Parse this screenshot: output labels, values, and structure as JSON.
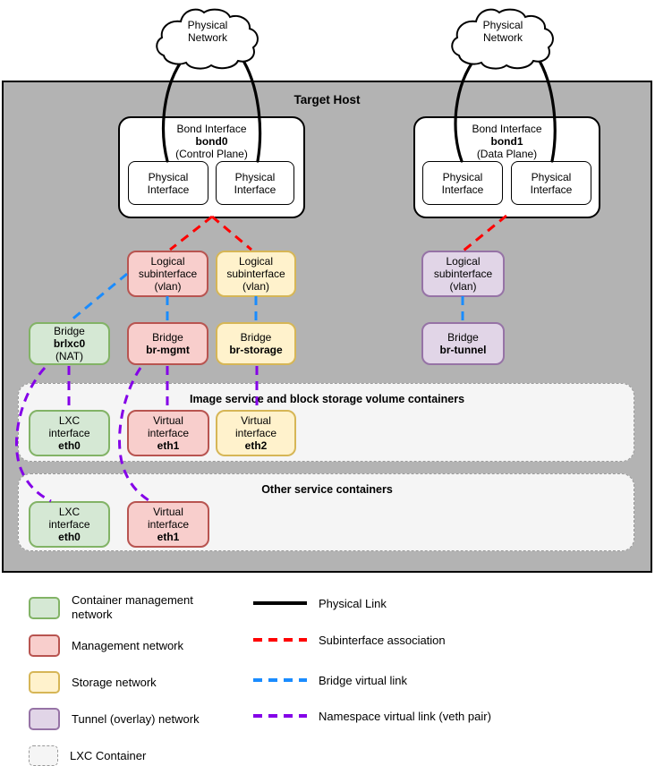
{
  "host_label": "Target Host",
  "clouds": [
    {
      "l1": "Physical",
      "l2": "Network"
    },
    {
      "l1": "Physical",
      "l2": "Network"
    }
  ],
  "bonds": [
    {
      "l1": "Bond Interface",
      "name": "bond0",
      "l3": "(Control Plane)"
    },
    {
      "l1": "Bond Interface",
      "name": "bond1",
      "l3": "(Data Plane)"
    }
  ],
  "phys_if": {
    "l1": "Physical",
    "l2": "Interface"
  },
  "subif": {
    "l1": "Logical",
    "l2": "subinterface",
    "l3": "(vlan)"
  },
  "bridges": [
    {
      "l1": "Bridge",
      "name": "brlxc0",
      "l3": "(NAT)"
    },
    {
      "l1": "Bridge",
      "name": "br-mgmt",
      "l3": ""
    },
    {
      "l1": "Bridge",
      "name": "br-storage",
      "l3": ""
    },
    {
      "l1": "Bridge",
      "name": "br-tunnel",
      "l3": ""
    }
  ],
  "containers": [
    {
      "title": "Image service and block storage volume containers",
      "ifaces": [
        {
          "l1": "LXC",
          "l2": "interface",
          "name": "eth0"
        },
        {
          "l1": "Virtual",
          "l2": "interface",
          "name": "eth1"
        },
        {
          "l1": "Virtual",
          "l2": "interface",
          "name": "eth2"
        }
      ]
    },
    {
      "title": "Other service containers",
      "ifaces": [
        {
          "l1": "LXC",
          "l2": "interface",
          "name": "eth0"
        },
        {
          "l1": "Virtual",
          "l2": "interface",
          "name": "eth1"
        }
      ]
    }
  ],
  "legend_boxes": [
    {
      "label": "Container management network",
      "fill": "#d5e8d4",
      "border": "#82b366"
    },
    {
      "label": "Management network",
      "fill": "#f8cecc",
      "border": "#b85450"
    },
    {
      "label": "Storage network",
      "fill": "#fff2cc",
      "border": "#d6b656"
    },
    {
      "label": "Tunnel (overlay) network",
      "fill": "#e1d5e7",
      "border": "#9673a6"
    },
    {
      "label": "LXC Container",
      "fill": "#f5f5f5",
      "border": "#999999"
    }
  ],
  "legend_lines": [
    {
      "label": "Physical Link",
      "style": "solid",
      "color": "#000000"
    },
    {
      "label": "Subinterface association",
      "style": "dashed",
      "color": "#ff0000"
    },
    {
      "label": "Bridge virtual link",
      "style": "dashed",
      "color": "#1a8cff"
    },
    {
      "label": "Namespace virtual link (veth pair)",
      "style": "dashed",
      "color": "#8400e8"
    }
  ],
  "colors": {
    "host_bg": "#b3b3b3",
    "container_bg": "#f5f5f5",
    "green_fill": "#d5e8d4",
    "green_border": "#82b366",
    "red_fill": "#f8cecc",
    "red_border": "#b85450",
    "yellow_fill": "#fff2cc",
    "yellow_border": "#d6b656",
    "purple_fill": "#e1d5e7",
    "purple_border": "#9673a6"
  }
}
